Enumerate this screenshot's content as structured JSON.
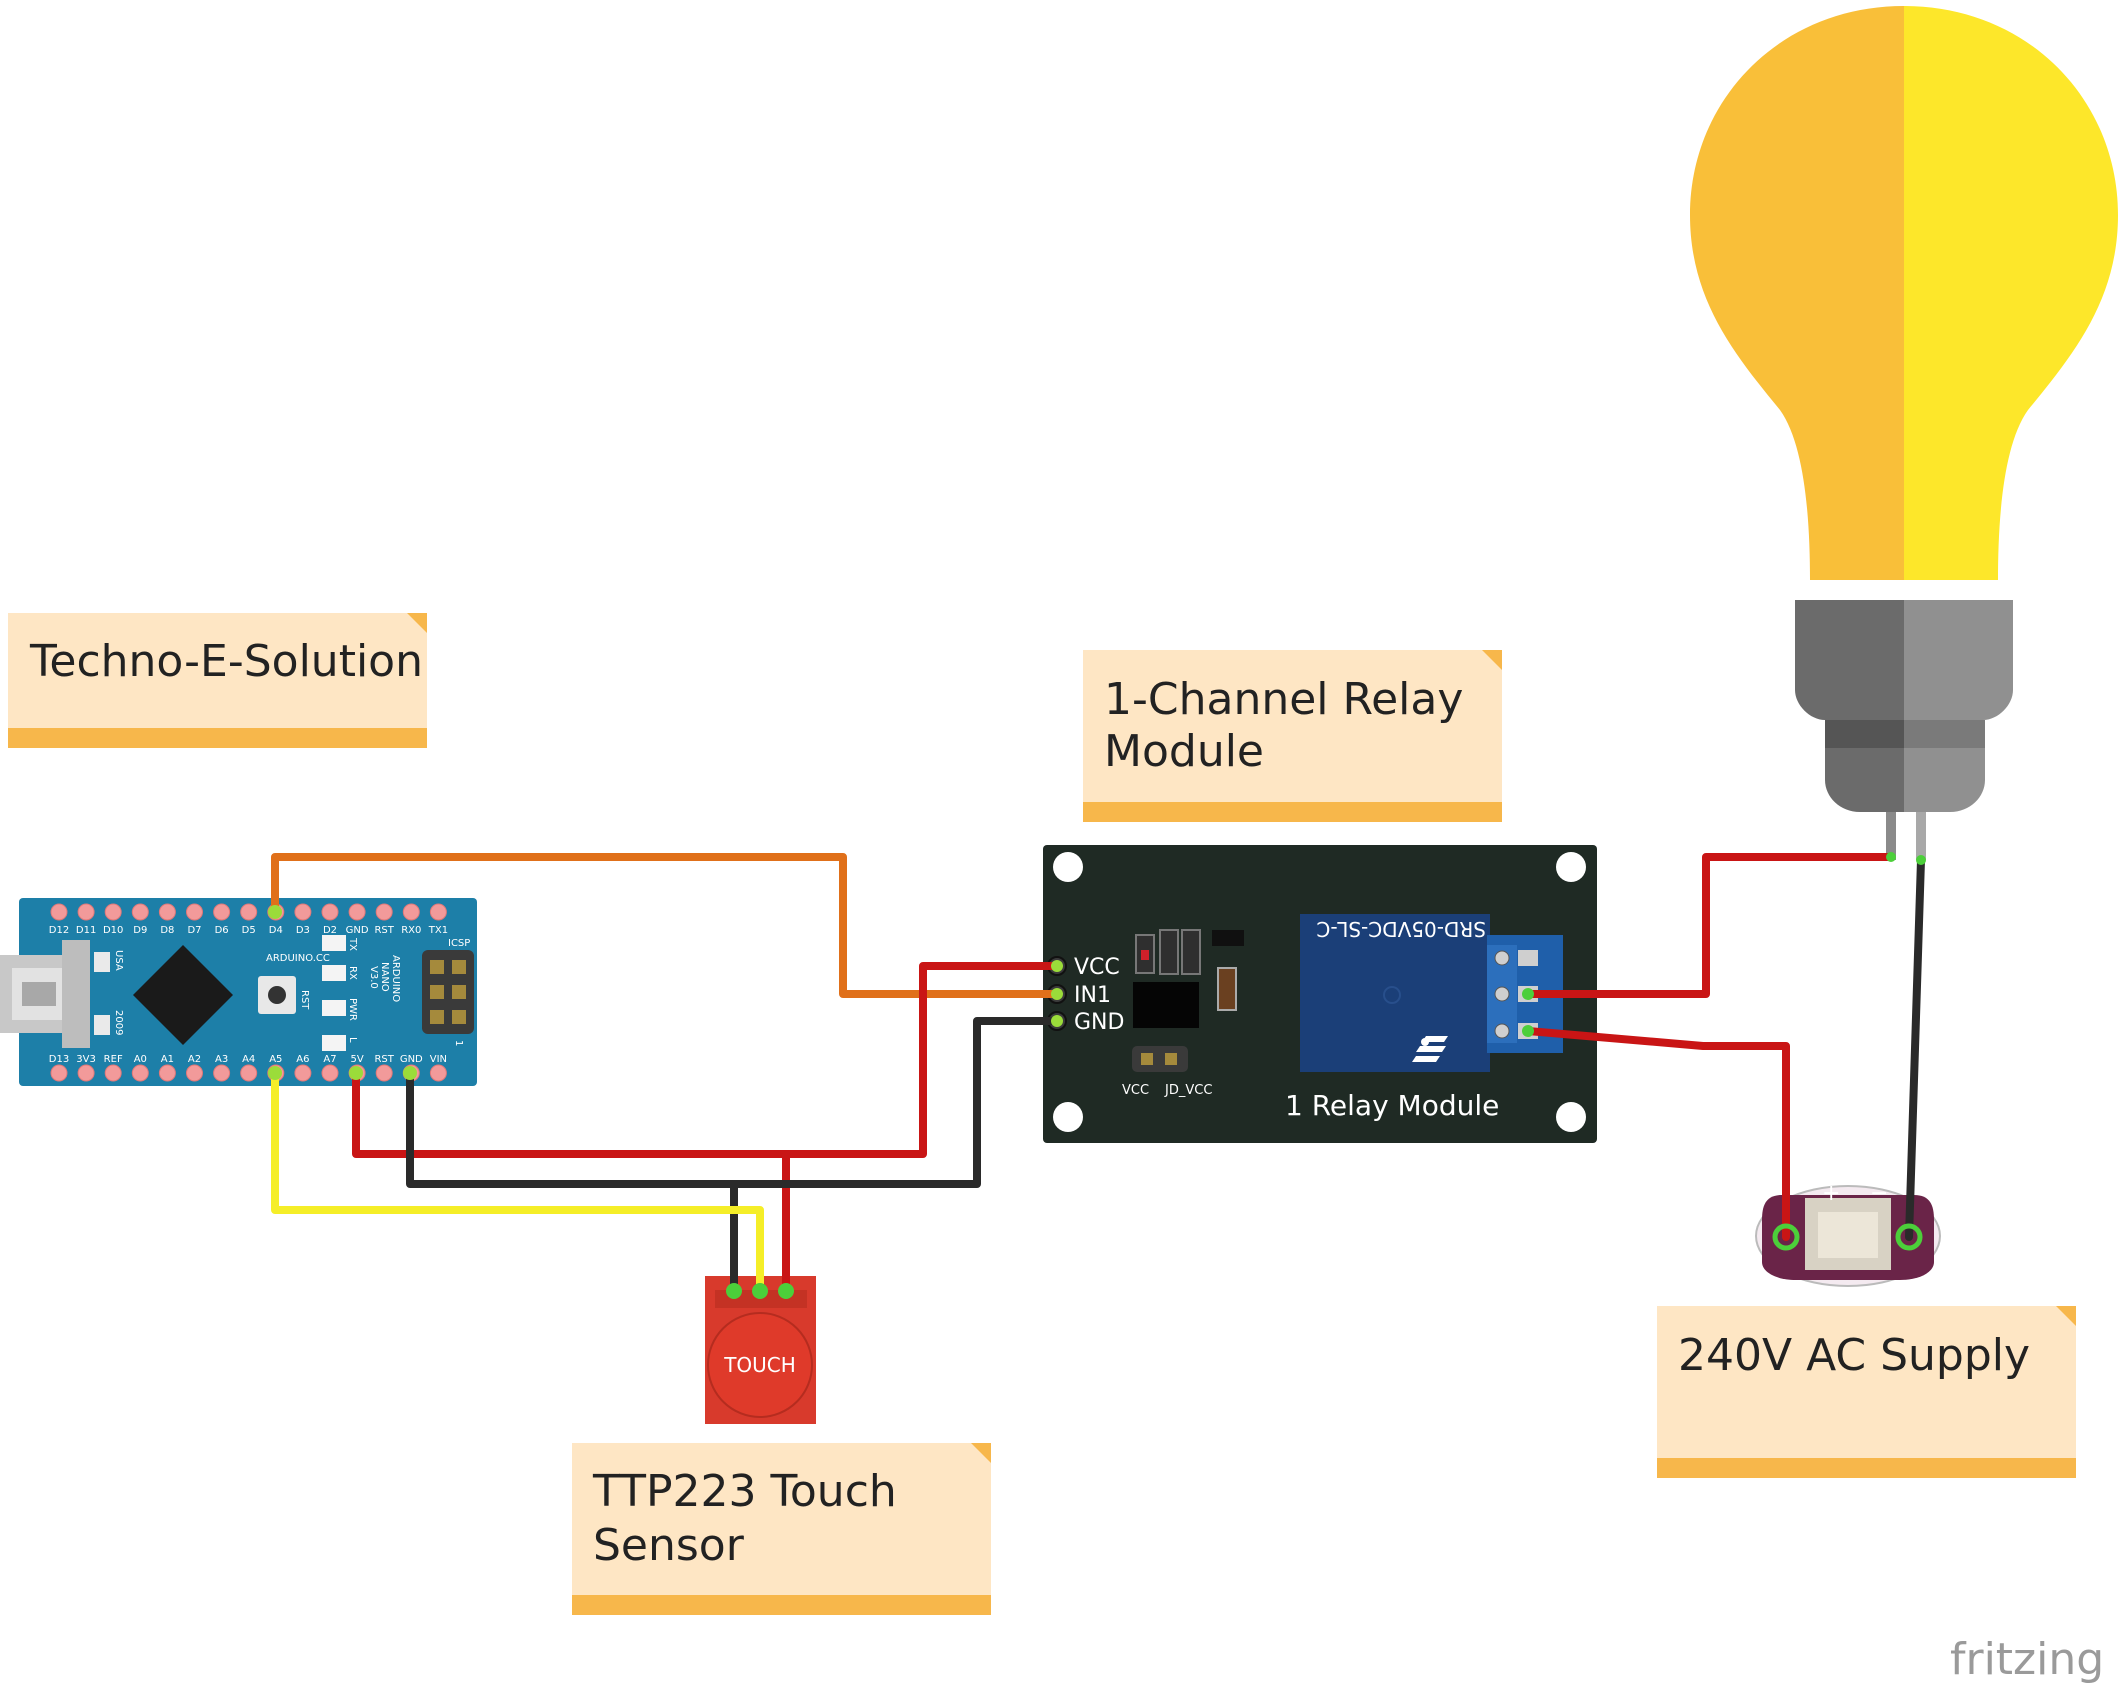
{
  "notes": {
    "company": "Techno-E-Solution",
    "relay_line1": "1-Channel Relay",
    "relay_line2": "Module",
    "touch_line1": "TTP223 Touch",
    "touch_line2": "Sensor",
    "supply": "240V AC Supply"
  },
  "arduino": {
    "top_pins": [
      "D12",
      "D11",
      "D10",
      "D9",
      "D8",
      "D7",
      "D6",
      "D5",
      "D4",
      "D3",
      "D2",
      "GND",
      "RST",
      "RX0",
      "TX1"
    ],
    "bottom_pins": [
      "D13",
      "3V3",
      "REF",
      "A0",
      "A1",
      "A2",
      "A3",
      "A4",
      "A5",
      "A6",
      "A7",
      "5V",
      "RST",
      "GND",
      "VIN"
    ],
    "board_text": "ARDUINO.CC",
    "model_line1": "ARDUINO",
    "model_line2": "NANO",
    "model_line3": "V3.0",
    "usa": "USA",
    "year": "2009",
    "icsp": "ICSP",
    "rst": "RST",
    "tx": "TX",
    "rx": "RX",
    "pwr": "PWR",
    "l": "L",
    "one": "1"
  },
  "relay": {
    "pins": [
      "VCC",
      "IN1",
      "GND"
    ],
    "jumper_vcc": "VCC",
    "jumper_jd": "JD_VCC",
    "relay_part": "SRD-05VDC-SL-C",
    "title": "1 Relay Module"
  },
  "touch": {
    "label": "TOUCH"
  },
  "battery": {
    "plus": "+",
    "minus": "−"
  },
  "brand": "fritzing",
  "colors": {
    "note_bg": "#fee6c4",
    "note_bar": "#f7b74b",
    "arduino_blue": "#1d7fa8",
    "relay_board": "#1f2a24",
    "touch_red": "#d83a2c",
    "bulb_left": "#f9bf39",
    "bulb_right": "#fde72a",
    "wire_red": "#c91515",
    "wire_black": "#2a2a2a",
    "wire_orange": "#e0701a",
    "wire_yellow": "#f5ee28"
  }
}
